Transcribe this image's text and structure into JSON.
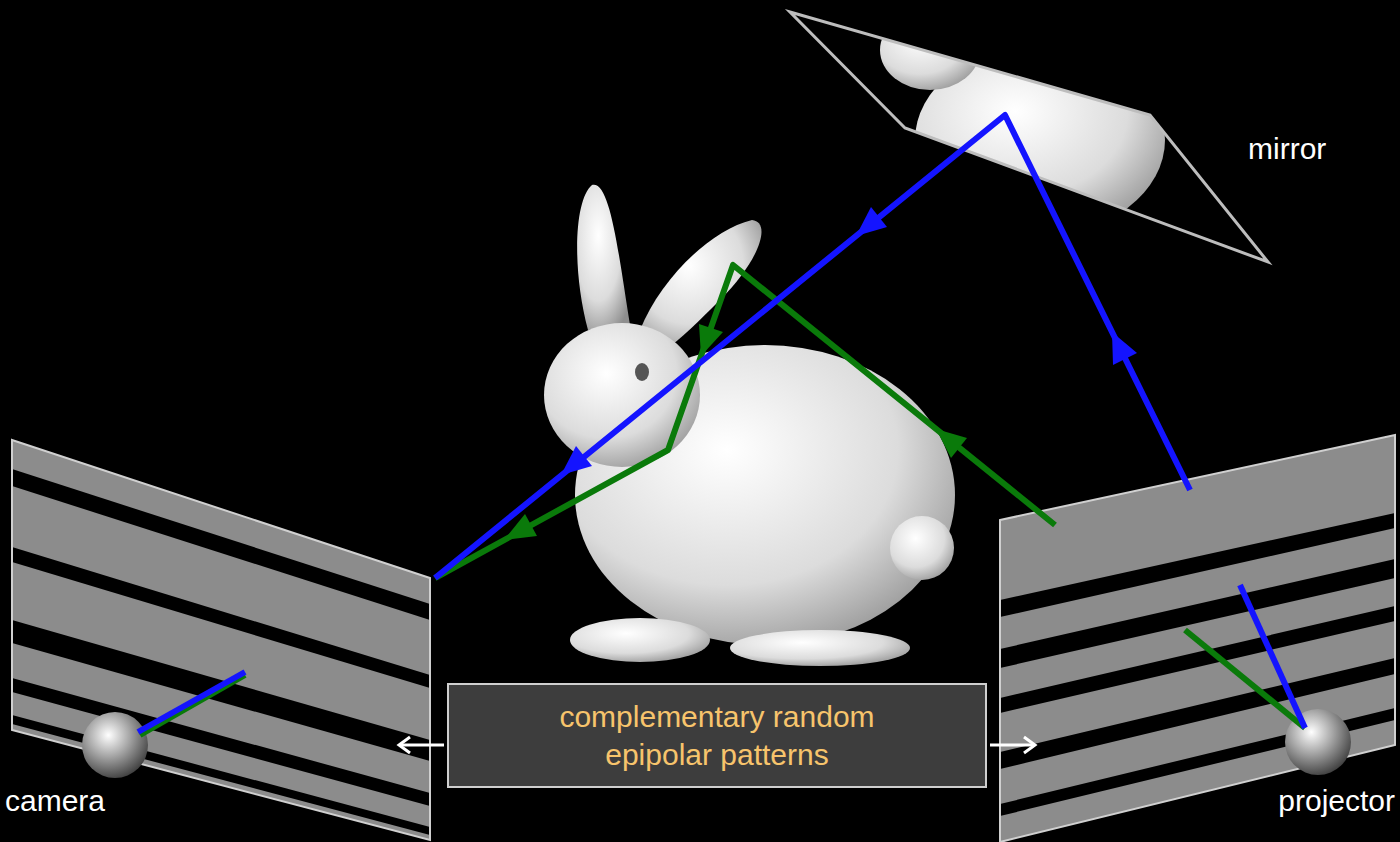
{
  "diagram": {
    "nodes": [
      {
        "text": [
          "complementary random epipolar patterns"
        ]
      }
    ],
    "labels": [
      "mirror",
      "camera",
      "projector"
    ]
  }
}
